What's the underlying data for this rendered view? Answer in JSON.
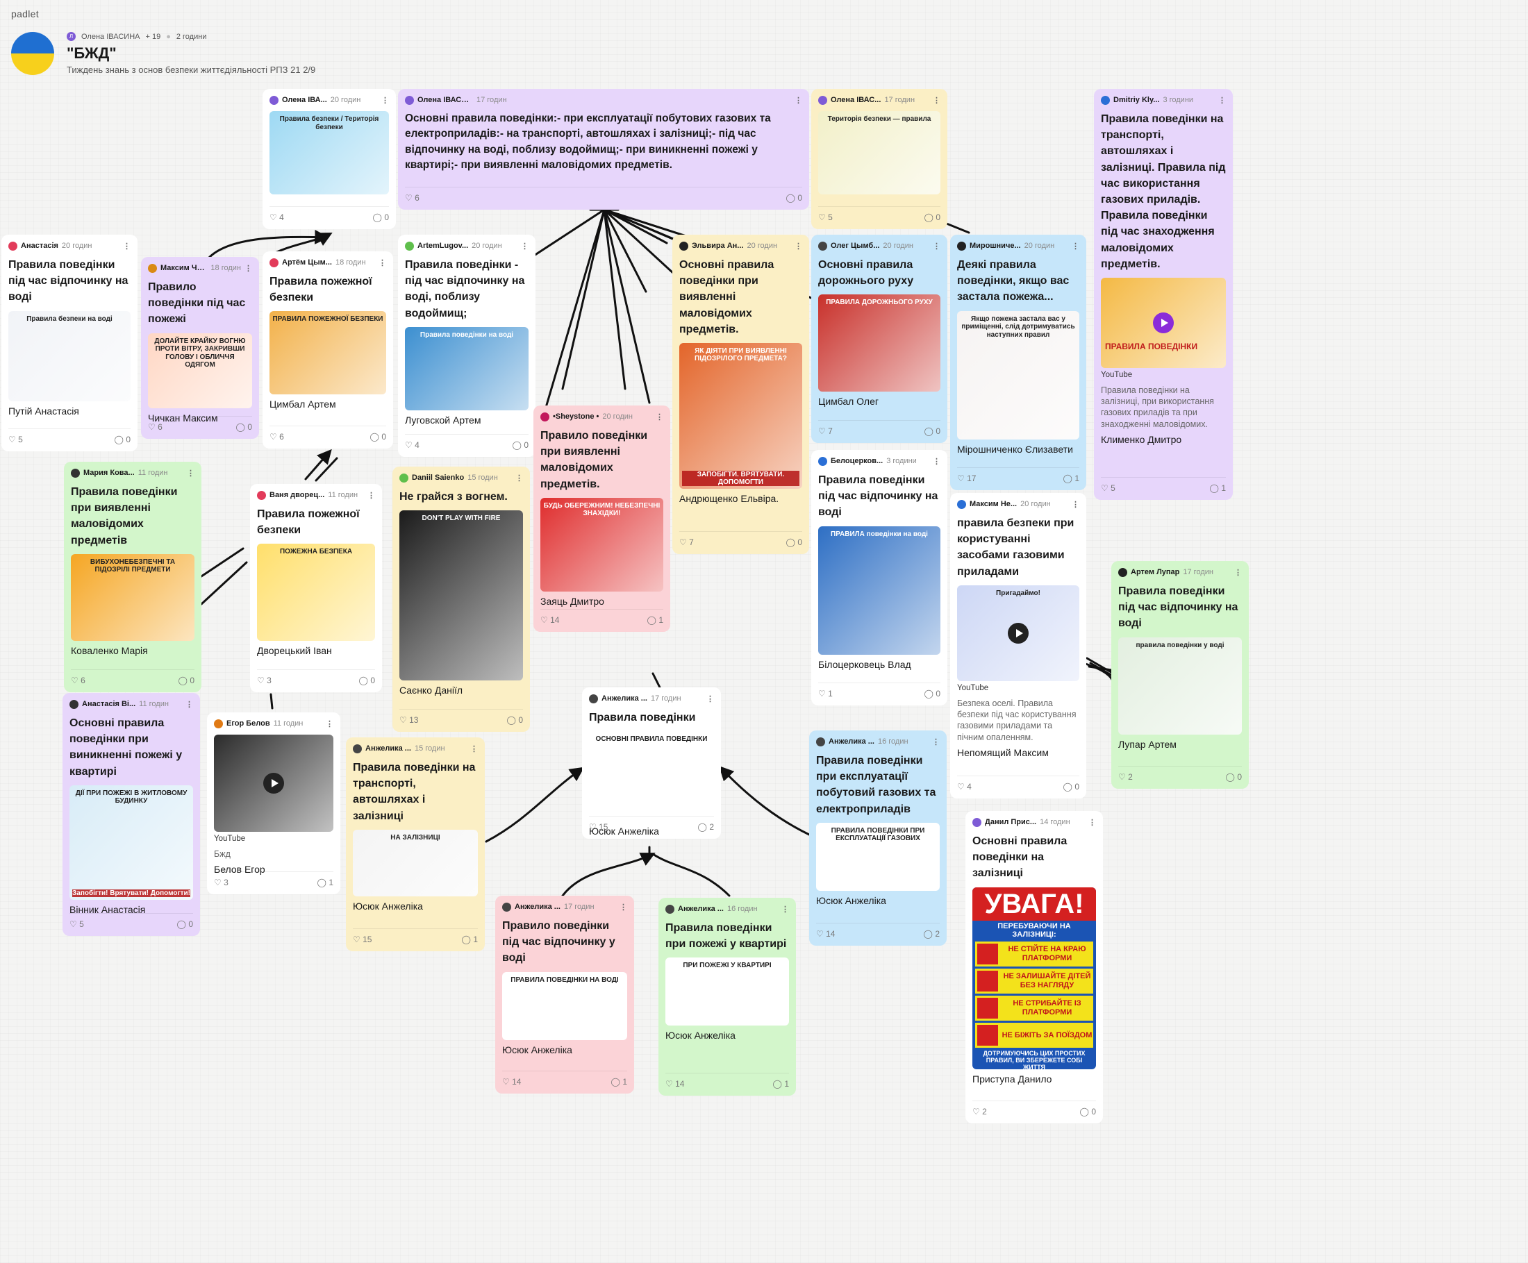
{
  "app": {
    "brand": "padlet"
  },
  "board": {
    "owner": "Олена ІВАСИНА",
    "owner_initial": "Л",
    "contributors": "+ 19",
    "updated": "2 години",
    "title": "\"БЖД\"",
    "subtitle": "Тиждень знань з основ безпеки життєдіяльності РПЗ 21 2/9"
  },
  "posts": [
    {
      "author": "Олена ІВА...",
      "time": "20 годин",
      "title": "",
      "body": "",
      "likes": "4",
      "comments": "0",
      "thumb": "Правила безпеки / Територія безпеки",
      "avatar": "#7e5bd6"
    },
    {
      "author": "Олена ІВАСИНА",
      "time": "17 годин",
      "title": "Основні правила поведінки:- при експлуатації побутових газових та електроприладів:- на транспорті, автошляхах і залізниці;- під час відпочинку на воді, поблизу водоймищ;- при виникненні пожежі у квартирі;- при виявленні маловідомих предметів.",
      "body": "",
      "likes": "6",
      "comments": "0",
      "avatar": "#7e5bd6"
    },
    {
      "author": "Олена ІВАС...",
      "time": "17 годин",
      "title": "",
      "body": "",
      "likes": "5",
      "comments": "0",
      "thumb": "Територія безпеки — правила",
      "avatar": "#7e5bd6"
    },
    {
      "author": "Dmitriy Kly...",
      "time": "3 години",
      "title": "Правила поведінки на транспорті, автошляхах і залізниці. Правила під час використання газових приладів. Правила поведінки під час знаходження маловідомих предметів.",
      "video": "ПРАВИЛА ПОВЕДІНКИ",
      "yt": "YouTube",
      "desc": "Правила поведінки на залізниці, при використання газових приладів та при знаходженні маловідомих.",
      "body": "Клименко Дмитро",
      "likes": "5",
      "comments": "1",
      "avatar": "#2a6fd6"
    },
    {
      "author": "Анастасія",
      "time": "20 годин",
      "title": "Правила поведінки під час відпочинку на воді",
      "thumb": "Правила безпеки на воді",
      "body": "Путій Анастасія",
      "likes": "5",
      "comments": "0",
      "avatar": "#e23b5a"
    },
    {
      "author": "Максим Чич...",
      "time": "18 годин",
      "title": "Правило поведінки під час пожежі",
      "thumb": "ДОЛАЙТЕ КРАЙКУ ВОГНЮ ПРОТИ ВІТРУ, ЗАКРИВШИ ГОЛОВУ І ОБЛИЧЧЯ ОДЯГОМ",
      "body": "Чичкан Максим",
      "likes": "6",
      "comments": "0",
      "avatar": "#d98a14"
    },
    {
      "author": "Артём Цым...",
      "time": "18 годин",
      "title": "Правила пожежної безпеки",
      "thumb": "ПРАВИЛА ПОЖЕЖНОЇ БЕЗПЕКИ",
      "body": "Цимбал Артем",
      "likes": "6",
      "comments": "0",
      "avatar": "#e23b5a"
    },
    {
      "author": "ArtemLugov...",
      "time": "20 годин",
      "title": "Правила поведінки - під час відпочинку на воді, поблизу водоймищ;",
      "thumb": "Правила поведінки на воді",
      "body": "Луговской Артем",
      "likes": "4",
      "comments": "0",
      "avatar": "#5fbf4c"
    },
    {
      "author": "Эльвира Ан...",
      "time": "20 годин",
      "title": "Основні правила поведінки при виявленні маловідомих предметів.",
      "thumb": "ЯК ДІЯТИ ПРИ ВИЯВЛЕННІ ПІДОЗРІЛОГО ПРЕДМЕТА?",
      "thumb2": "ЗАПОБІГТИ. ВРЯТУВАТИ. ДОПОМОГТИ",
      "body": "Андрющенко Ельвіра.",
      "likes": "7",
      "comments": "0",
      "avatar": "#222222"
    },
    {
      "author": "Олег Цымб...",
      "time": "20 годин",
      "title": "Основні правила дорожнього руху",
      "thumb": "ПРАВИЛА ДОРОЖНЬОГО РУХУ",
      "body": "Цимбал Олег",
      "likes": "7",
      "comments": "0",
      "avatar": "#444444"
    },
    {
      "author": "Мирошниче...",
      "time": "20 годин",
      "title": "Деякі правила поведінки, якщо вас застала пожежа...",
      "thumb": "Якщо пожежа застала вас у приміщенні, слід дотримуватись наступних правил",
      "body": "Мірошниченко Єлизавети",
      "likes": "17",
      "comments": "1",
      "avatar": "#222222"
    },
    {
      "author": "Мария Кова...",
      "time": "11 годин",
      "title": "Правила поведінки при виявленні маловідомих предметів",
      "thumb": "ВИБУХОНЕБЕЗПЕЧНІ ТА ПІДОЗРІЛІ ПРЕДМЕТИ",
      "body": "Коваленко Марія",
      "likes": "6",
      "comments": "0",
      "avatar": "#333333"
    },
    {
      "author": "Ваня дворец...",
      "time": "11 годин",
      "title": "Правила пожежної безпеки",
      "thumb": "ПОЖЕЖНА БЕЗПЕКА",
      "body": "Дворецький Іван",
      "likes": "3",
      "comments": "0",
      "avatar": "#e23b5a"
    },
    {
      "author": "Daniil Saienko",
      "time": "15 годин",
      "title": "Не грайся з вогнем.",
      "thumb": "DON'T PLAY WITH FIRE",
      "body": "Саєнко Даніїл",
      "likes": "13",
      "comments": "0",
      "avatar": "#5fbf4c"
    },
    {
      "author": "•Sheystone •",
      "time": "20 годин",
      "title": "Правило поведінки при виявленні маловідомих предметів.",
      "thumb": "БУДЬ ОБЕРЕЖНИМ! НЕБЕЗПЕЧНІ ЗНАХІДКИ!",
      "body": "Заяць Дмитро",
      "likes": "14",
      "comments": "1",
      "avatar": "#c2185b"
    },
    {
      "author": "Белоцерков...",
      "time": "3 години",
      "title": "Правила поведінки під час відпочинку на воді",
      "thumb": "ПРАВИЛА поведінки на воді",
      "body": "Білоцерковець Влад",
      "likes": "1",
      "comments": "0",
      "avatar": "#2a6fd6"
    },
    {
      "author": "Максим Не...",
      "time": "20 годин",
      "title": "правила безпеки при користуванні засобами газовими приладами",
      "thumb": "Пригадаймо!",
      "yt": "YouTube",
      "desc": "Безпека оселі. Правила безпеки під час користування газовими приладами та пічним опаленням.",
      "body": "Непомящий Максим",
      "likes": "4",
      "comments": "0",
      "avatar": "#2a6fd6"
    },
    {
      "author": "Артем Лупар",
      "time": "17 годин",
      "title": "Правила поведінки під час відпочинку на воді",
      "thumb": "правила поведінки у воді",
      "body": "Лупар Артем",
      "likes": "2",
      "comments": "0",
      "avatar": "#222222"
    },
    {
      "author": "Анастасія Ві...",
      "time": "11 годин",
      "title": "Основні правила поведінки при виникненні пожежі у квартирі",
      "thumb": "ДІЇ ПРИ ПОЖЕЖІ В ЖИТЛОВОМУ БУДИНКУ",
      "thumb2": "Запобігти! Врятувати! Допомогти!",
      "body": "Вінник Анастасія",
      "likes": "5",
      "comments": "0",
      "avatar": "#333333"
    },
    {
      "author": "Егор Белов",
      "time": "11 годин",
      "title": "",
      "yt": "YouTube",
      "desc": "Бжд",
      "body": "Белов Егор",
      "likes": "3",
      "comments": "1",
      "avatar": "#e07a14"
    },
    {
      "author": "Анжелика ...",
      "time": "15 годин",
      "title": "Правила поведінки на транспорті, автошляхах і залізниці",
      "thumb": "НА ЗАЛІЗНИЦІ",
      "body": "Юсюк Анжеліка",
      "likes": "15",
      "comments": "1",
      "avatar": "#444444"
    },
    {
      "author": "Анжелика ...",
      "time": "17 годин",
      "title": "Правила поведінки",
      "thumb": "ОСНОВНІ ПРАВИЛА ПОВЕДІНКИ",
      "body": "Юсюк Анжеліка",
      "likes": "15",
      "comments": "2",
      "avatar": "#444444"
    },
    {
      "author": "Анжелика ...",
      "time": "16 годин",
      "title": "Правила поведінки при експлуатації побутовий газових та електроприладів",
      "thumb": "ПРАВИЛА ПОВЕДІНКИ ПРИ ЕКСПЛУАТАЦІЇ ГАЗОВИХ",
      "body": "Юсюк Анжеліка",
      "likes": "14",
      "comments": "2",
      "avatar": "#444444"
    },
    {
      "author": "Данил Прис...",
      "time": "14 годин",
      "title": "Основні правила поведінки на залізниці",
      "thumb": "УВАГА!",
      "body": "Приступа Данило",
      "likes": "2",
      "comments": "0",
      "avatar": "#7e5bd6"
    },
    {
      "author": "Анжелика ...",
      "time": "17 годин",
      "title": "Правило поведінки під час відпочинку у воді",
      "thumb": "ПРАВИЛА ПОВЕДІНКИ НА ВОДІ",
      "body": "Юсюк Анжеліка",
      "likes": "14",
      "comments": "1",
      "avatar": "#444444"
    },
    {
      "author": "Анжелика ...",
      "time": "16 годин",
      "title": "Правила поведінки при пожежі у квартирі",
      "thumb": "ПРИ ПОЖЕЖІ У КВАРТИРІ",
      "body": "Юсюк Анжеліка",
      "likes": "14",
      "comments": "1",
      "avatar": "#444444"
    }
  ],
  "railway_warning": {
    "heading": "ПЕРЕБУВАЮЧИ НА ЗАЛІЗНИЦІ:",
    "rules": [
      "НЕ СТІЙТЕ НА КРАЮ ПЛАТФОРМИ",
      "НЕ ЗАЛИШАЙТЕ ДІТЕЙ БЕЗ НАГЛЯДУ",
      "НЕ СТРИБАЙТЕ ІЗ ПЛАТФОРМИ",
      "НЕ БІЖІТЬ ЗА ПОЇЗДОМ"
    ],
    "footer": "ДОТРИМУЮЧИСЬ ЦИХ ПРОСТИХ ПРАВИЛ, ВИ ЗБЕРЕЖЕТЕ СОБІ ЖИТТЯ"
  },
  "icons": {
    "like": "heart-icon",
    "comment": "comment-icon",
    "menu": "more-vertical-icon",
    "play": "play-icon"
  }
}
